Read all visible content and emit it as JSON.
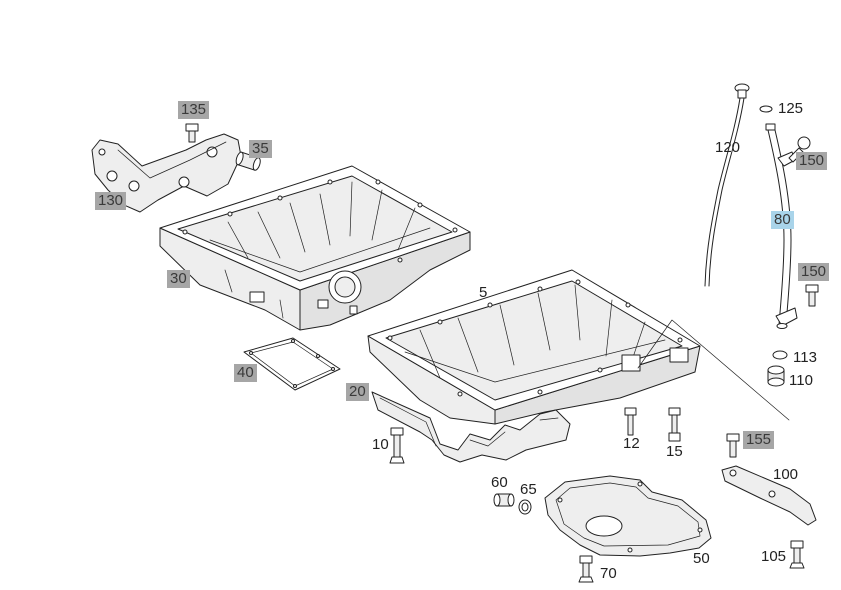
{
  "colors": {
    "highlight_gray": "#a6a6a6",
    "highlight_blue": "#a9d4ea",
    "line": "#222222",
    "background": "#ffffff"
  },
  "callouts": [
    {
      "text": "135",
      "highlight": "gray"
    },
    {
      "text": "35",
      "highlight": "gray"
    },
    {
      "text": "130",
      "highlight": "gray"
    },
    {
      "text": "30",
      "highlight": "gray"
    },
    {
      "text": "40",
      "highlight": "gray"
    },
    {
      "text": "20",
      "highlight": "gray"
    },
    {
      "text": "10",
      "highlight": "none"
    },
    {
      "text": "5",
      "highlight": "none"
    },
    {
      "text": "12",
      "highlight": "none"
    },
    {
      "text": "15",
      "highlight": "none"
    },
    {
      "text": "120",
      "highlight": "none"
    },
    {
      "text": "125",
      "highlight": "none"
    },
    {
      "text": "150",
      "highlight": "gray"
    },
    {
      "text": "80",
      "highlight": "blue"
    },
    {
      "text": "150",
      "highlight": "gray"
    },
    {
      "text": "113",
      "highlight": "none"
    },
    {
      "text": "110",
      "highlight": "none"
    },
    {
      "text": "155",
      "highlight": "gray"
    },
    {
      "text": "100",
      "highlight": "none"
    },
    {
      "text": "60",
      "highlight": "none"
    },
    {
      "text": "65",
      "highlight": "none"
    },
    {
      "text": "50",
      "highlight": "none"
    },
    {
      "text": "70",
      "highlight": "none"
    },
    {
      "text": "105",
      "highlight": "none"
    }
  ]
}
